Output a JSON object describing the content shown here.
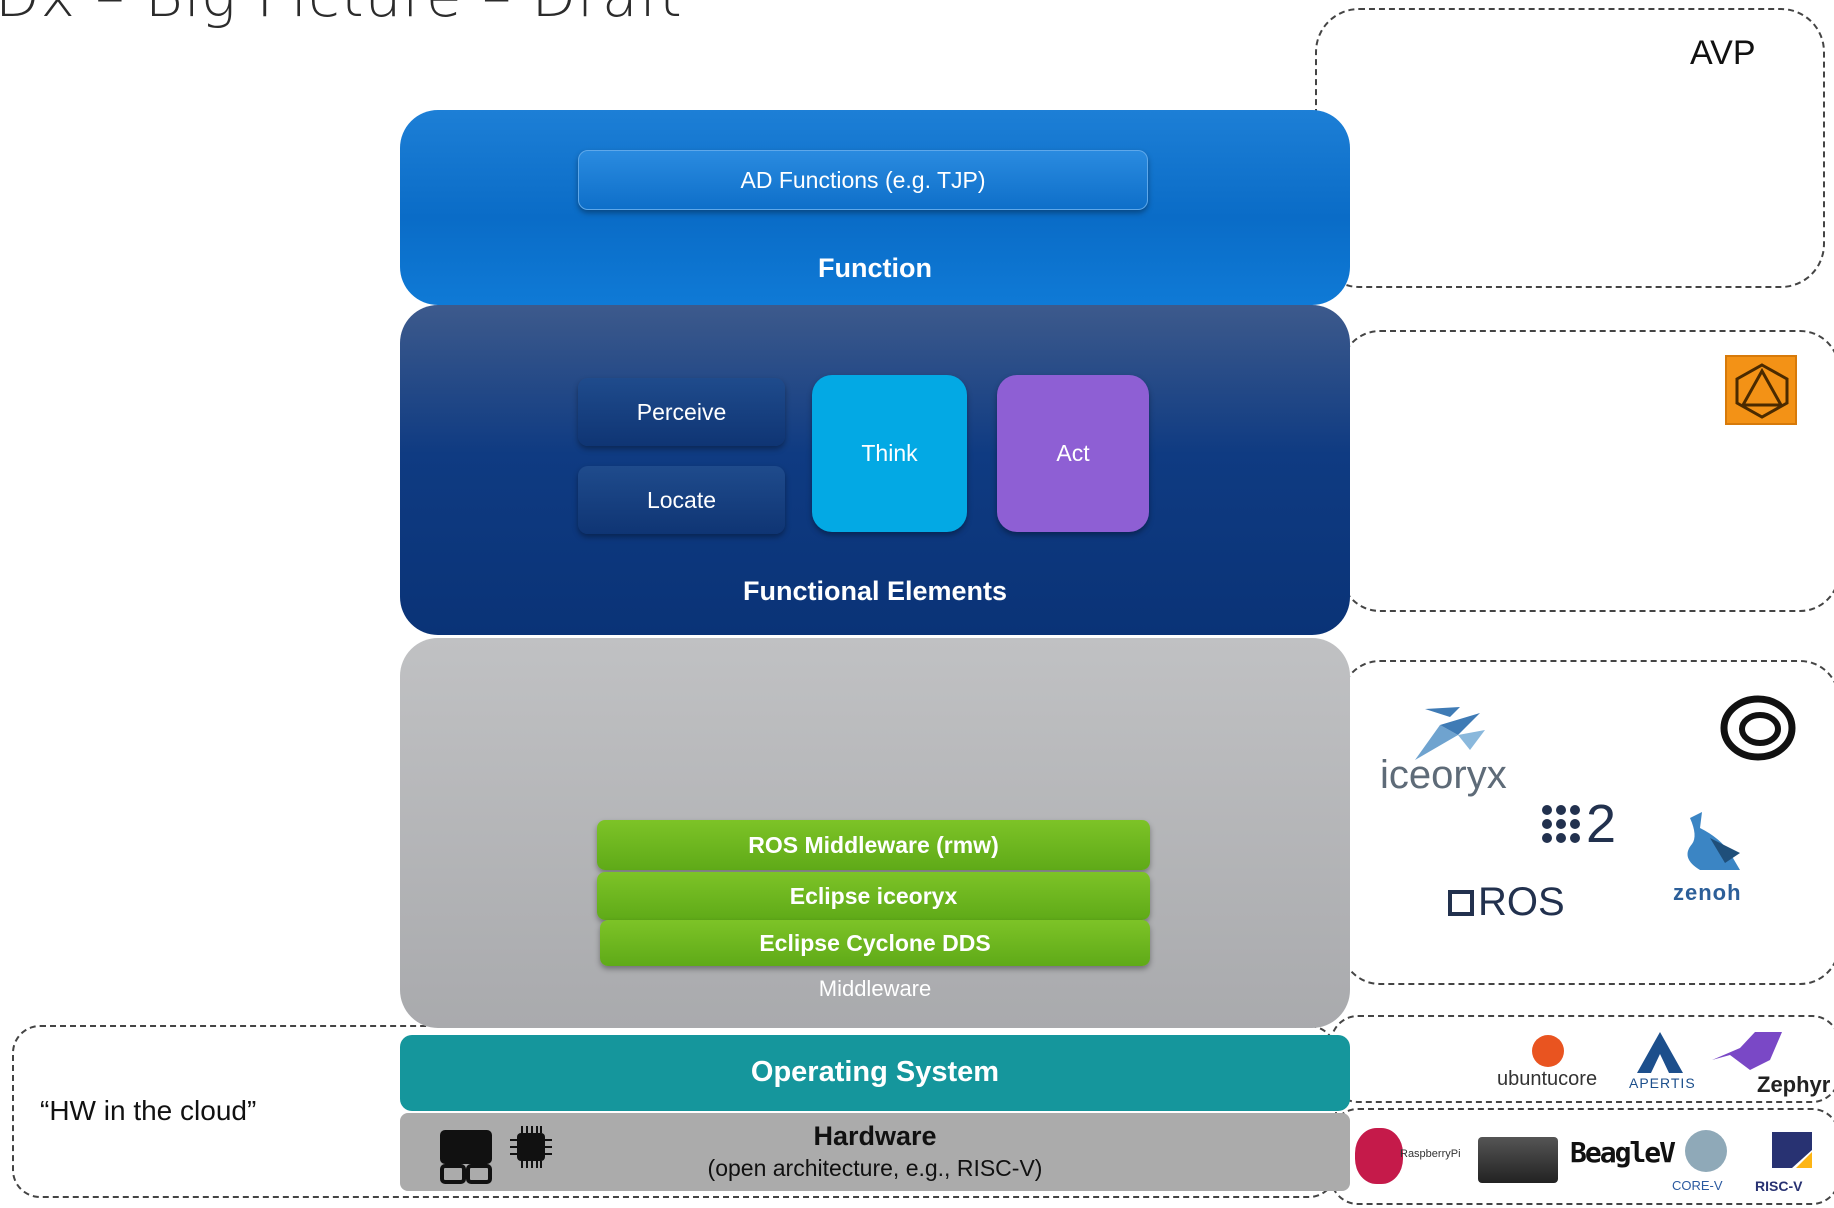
{
  "title": "Dx – Big Picture – Draft",
  "function_layer": {
    "label": "Function",
    "ad_functions": "AD Functions (e.g. TJP)"
  },
  "functional_elements": {
    "label": "Functional Elements",
    "perceive": "Perceive",
    "locate": "Locate",
    "think": "Think",
    "act": "Act"
  },
  "middleware": {
    "label": "Middleware",
    "ros_rmw": "ROS Middleware (rmw)",
    "iceoryx": "Eclipse iceoryx",
    "cyclone": "Eclipse Cyclone DDS"
  },
  "os": {
    "label": "Operating System"
  },
  "hardware": {
    "label": "Hardware",
    "sublabel": "(open architecture, e.g., RISC-V)"
  },
  "right_panel": {
    "avp": "AVP",
    "iceoryx_logo": "iceoryx",
    "ros2_logo": "2",
    "ros_logo": "ROS",
    "zenoh_logo": "zenoh",
    "ubuntu_logo": "ubuntucore",
    "apertis_logo": "APERTIS",
    "zephyr_logo": "Zephyr",
    "raspberry_logo": "RaspberryPi",
    "beaglev_logo": "BeagleV",
    "corev_logo": "CORE-V",
    "riscv_logo": "RISC-V"
  },
  "cloud_note": "“HW in the cloud”",
  "colors": {
    "function_blue": "#0a6cc7",
    "fe_navy": "#0f3b82",
    "think_cyan": "#03a9e4",
    "act_purple": "#8e5fd4",
    "middleware_gray": "#b3b4b6",
    "green": "#6ab61f",
    "os_teal": "#15969c",
    "hardware_gray": "#ababab"
  }
}
